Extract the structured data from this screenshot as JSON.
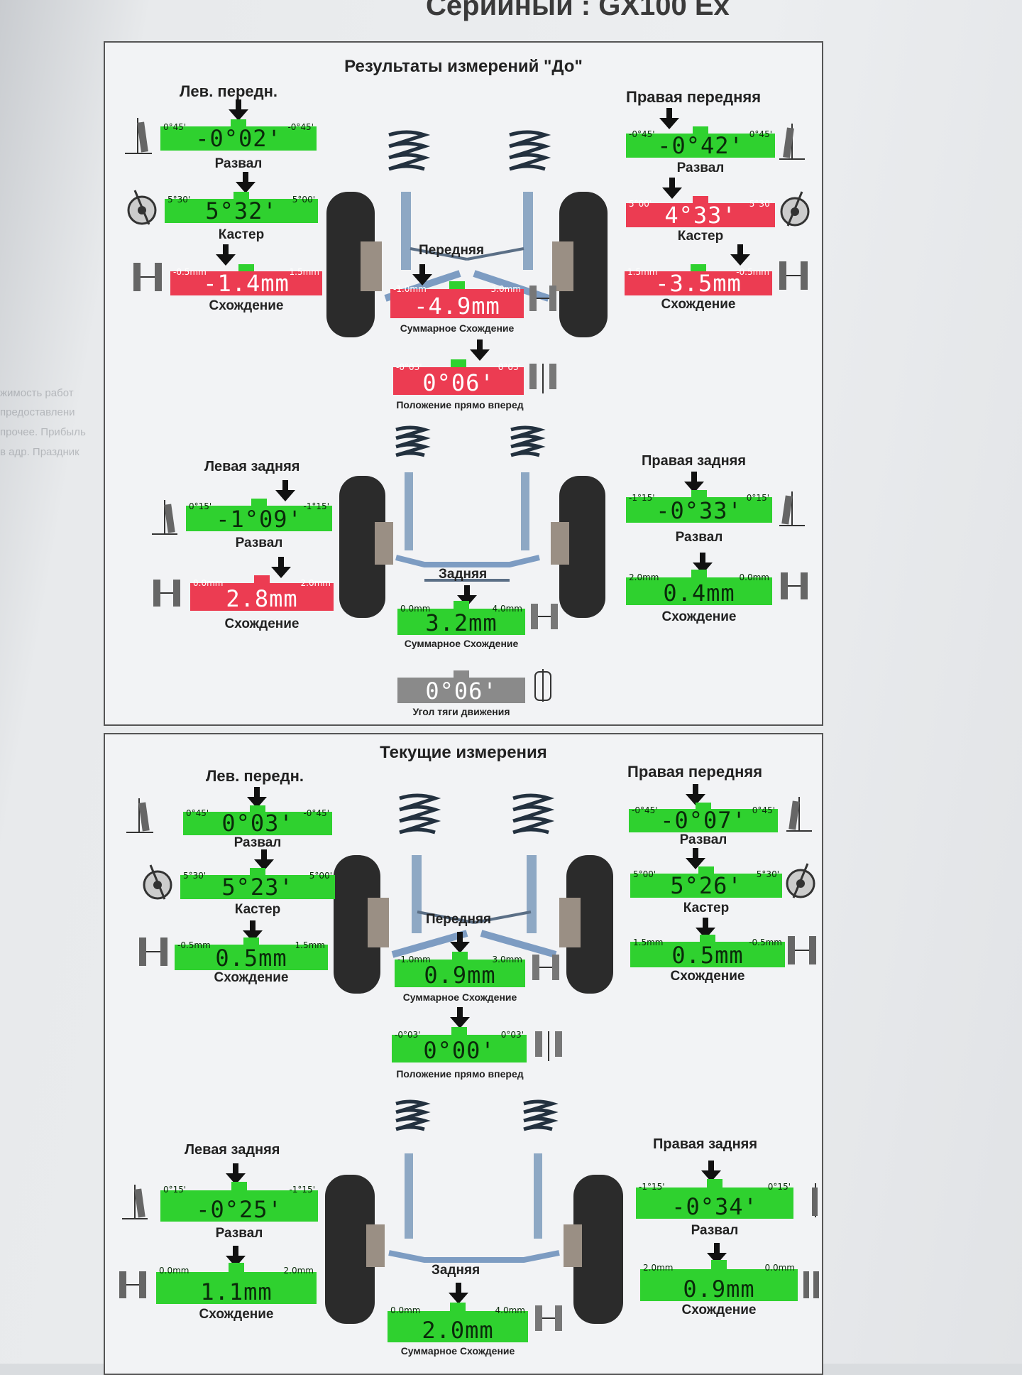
{
  "header": {
    "text": "Серийный : GX100 Ex"
  },
  "colors": {
    "ok": "#2fd12f",
    "bad": "#ec3c52",
    "neutral": "#8a8a8a"
  },
  "panels": [
    {
      "title": "Результаты измерений \"До\"",
      "front": {
        "left_label": "Лев. передн.",
        "right_label": "Правая передняя",
        "axle_label": "Передняя",
        "left": {
          "camber": {
            "value": "-0°02'",
            "min": "0°45'",
            "max": "-0°45'",
            "caption": "Развал",
            "status": "ok"
          },
          "caster": {
            "value": "5°32'",
            "min": "5°30'",
            "max": "5°00'",
            "caption": "Кастер",
            "status": "ok"
          },
          "toe": {
            "value": "-1.4mm",
            "min": "-0.5mm",
            "max": "1.5mm",
            "caption": "Схождение",
            "status": "bad"
          }
        },
        "right": {
          "camber": {
            "value": "-0°42'",
            "min": "-0°45'",
            "max": "0°45'",
            "caption": "Развал",
            "status": "ok"
          },
          "caster": {
            "value": "4°33'",
            "min": "5°00'",
            "max": "5°30'",
            "caption": "Кастер",
            "status": "bad"
          },
          "toe": {
            "value": "-3.5mm",
            "min": "1.5mm",
            "max": "-0.5mm",
            "caption": "Схождение",
            "status": "bad"
          }
        },
        "total_toe": {
          "value": "-4.9mm",
          "min": "-1.0mm",
          "max": "3.0mm",
          "caption": "Суммарное Схождение",
          "status": "bad"
        },
        "straight_ahead": {
          "value": "0°06'",
          "min": "-0°03'",
          "max": "0°03'",
          "caption": "Положение прямо вперед",
          "status": "bad"
        }
      },
      "rear": {
        "left_label": "Левая задняя",
        "right_label": "Правая задняя",
        "axle_label": "Задняя",
        "left": {
          "camber": {
            "value": "-1°09'",
            "min": "0°15'",
            "max": "-1°15'",
            "caption": "Развал",
            "status": "ok"
          },
          "toe": {
            "value": "2.8mm",
            "min": "0.0mm",
            "max": "2.0mm",
            "caption": "Схождение",
            "status": "bad"
          }
        },
        "right": {
          "camber": {
            "value": "-0°33'",
            "min": "-1°15'",
            "max": "0°15'",
            "caption": "Развал",
            "status": "ok"
          },
          "toe": {
            "value": "0.4mm",
            "min": "2.0mm",
            "max": "0.0mm",
            "caption": "Схождение",
            "status": "ok"
          }
        },
        "total_toe": {
          "value": "3.2mm",
          "min": "0.0mm",
          "max": "4.0mm",
          "caption": "Суммарное Схождение",
          "status": "ok"
        },
        "thrust": {
          "value": "0°06'",
          "min": "",
          "max": "",
          "caption": "Угол тяги движения",
          "status": "neutral"
        }
      }
    },
    {
      "title": "Текущие измерения",
      "front": {
        "left_label": "Лев. передн.",
        "right_label": "Правая передняя",
        "axle_label": "Передняя",
        "left": {
          "camber": {
            "value": "0°03'",
            "min": "0°45'",
            "max": "-0°45'",
            "caption": "Развал",
            "status": "ok"
          },
          "caster": {
            "value": "5°23'",
            "min": "5°30'",
            "max": "5°00'",
            "caption": "Кастер",
            "status": "ok"
          },
          "toe": {
            "value": "0.5mm",
            "min": "-0.5mm",
            "max": "1.5mm",
            "caption": "Схождение",
            "status": "ok"
          }
        },
        "right": {
          "camber": {
            "value": "-0°07'",
            "min": "-0°45'",
            "max": "0°45'",
            "caption": "Развал",
            "status": "ok"
          },
          "caster": {
            "value": "5°26'",
            "min": "5°00'",
            "max": "5°30'",
            "caption": "Кастер",
            "status": "ok"
          },
          "toe": {
            "value": "0.5mm",
            "min": "1.5mm",
            "max": "-0.5mm",
            "caption": "Схождение",
            "status": "ok"
          }
        },
        "total_toe": {
          "value": "0.9mm",
          "min": "-1.0mm",
          "max": "3.0mm",
          "caption": "Суммарное Схождение",
          "status": "ok"
        },
        "straight_ahead": {
          "value": "0°00'",
          "min": "-0°03'",
          "max": "0°03'",
          "caption": "Положение прямо вперед",
          "status": "ok"
        }
      },
      "rear": {
        "left_label": "Левая задняя",
        "right_label": "Правая задняя",
        "axle_label": "Задняя",
        "left": {
          "camber": {
            "value": "-0°25'",
            "min": "0°15'",
            "max": "-1°15'",
            "caption": "Развал",
            "status": "ok"
          },
          "toe": {
            "value": "1.1mm",
            "min": "0.0mm",
            "max": "2.0mm",
            "caption": "Схождение",
            "status": "ok"
          }
        },
        "right": {
          "camber": {
            "value": "-0°34'",
            "min": "-1°15'",
            "max": "0°15'",
            "caption": "Развал",
            "status": "ok"
          },
          "toe": {
            "value": "0.9mm",
            "min": "2.0mm",
            "max": "0.0mm",
            "caption": "Схождение",
            "status": "ok"
          }
        },
        "total_toe": {
          "value": "2.0mm",
          "min": "0.0mm",
          "max": "4.0mm",
          "caption": "Суммарное Схождение",
          "status": "ok"
        }
      }
    }
  ],
  "bleed_text": [
    "жимость работ",
    "предоставлени",
    "прочее. Прибыль",
    "в адр. Праздник"
  ]
}
